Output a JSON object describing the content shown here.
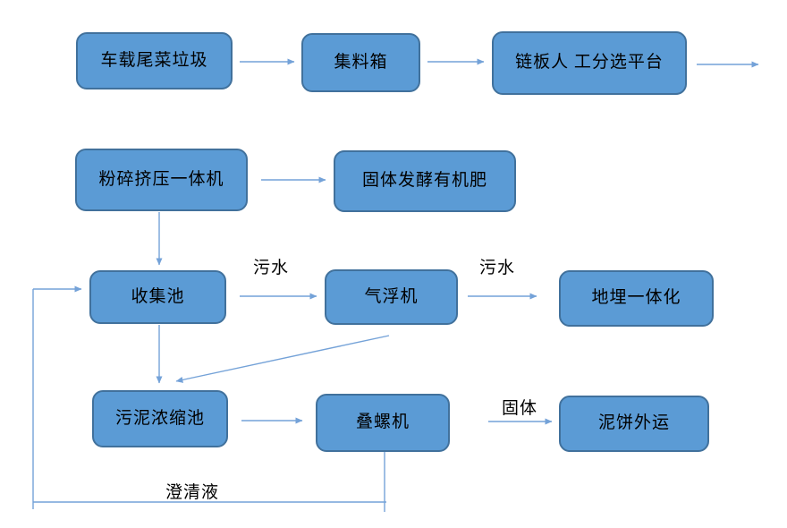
{
  "diagram": {
    "nodes": [
      {
        "label": "车载尾菜垃圾"
      },
      {
        "label": "集料箱"
      },
      {
        "label": "链板人 工分选平台"
      },
      {
        "label": "粉碎挤压一体机"
      },
      {
        "label": "固体发酵有机肥"
      },
      {
        "label": "收集池"
      },
      {
        "label": "气浮机"
      },
      {
        "label": "地埋一体化"
      },
      {
        "label": "污泥浓缩池"
      },
      {
        "label": "叠螺机"
      },
      {
        "label": "泥饼外运"
      }
    ],
    "edge_labels": {
      "sewage_1": "污水",
      "sewage_2": "污水",
      "solid": "固体",
      "clarified_liquid": "澄清液"
    },
    "edges": [
      {
        "from": "车载尾菜垃圾",
        "to": "集料箱",
        "label": ""
      },
      {
        "from": "集料箱",
        "to": "链板人 工分选平台",
        "label": ""
      },
      {
        "from": "链板人 工分选平台",
        "to": null,
        "label": ""
      },
      {
        "from": "粉碎挤压一体机",
        "to": "固体发酵有机肥",
        "label": ""
      },
      {
        "from": "粉碎挤压一体机",
        "to": "收集池",
        "label": ""
      },
      {
        "from": "收集池",
        "to": "气浮机",
        "label": "污水"
      },
      {
        "from": "气浮机",
        "to": "地埋一体化",
        "label": "污水"
      },
      {
        "from": "收集池",
        "to": "污泥浓缩池",
        "label": ""
      },
      {
        "from": "气浮机",
        "to": "污泥浓缩池",
        "label": ""
      },
      {
        "from": "污泥浓缩池",
        "to": "叠螺机",
        "label": ""
      },
      {
        "from": "叠螺机",
        "to": "泥饼外运",
        "label": "固体"
      },
      {
        "from": "叠螺机",
        "to": "收集池",
        "label": "澄清液"
      }
    ],
    "colors": {
      "background": "#FFFFFF",
      "node_fill": "#5B9BD5",
      "node_border": "#41719C",
      "connector": "#74A2D8",
      "label_text": "#000000"
    }
  }
}
